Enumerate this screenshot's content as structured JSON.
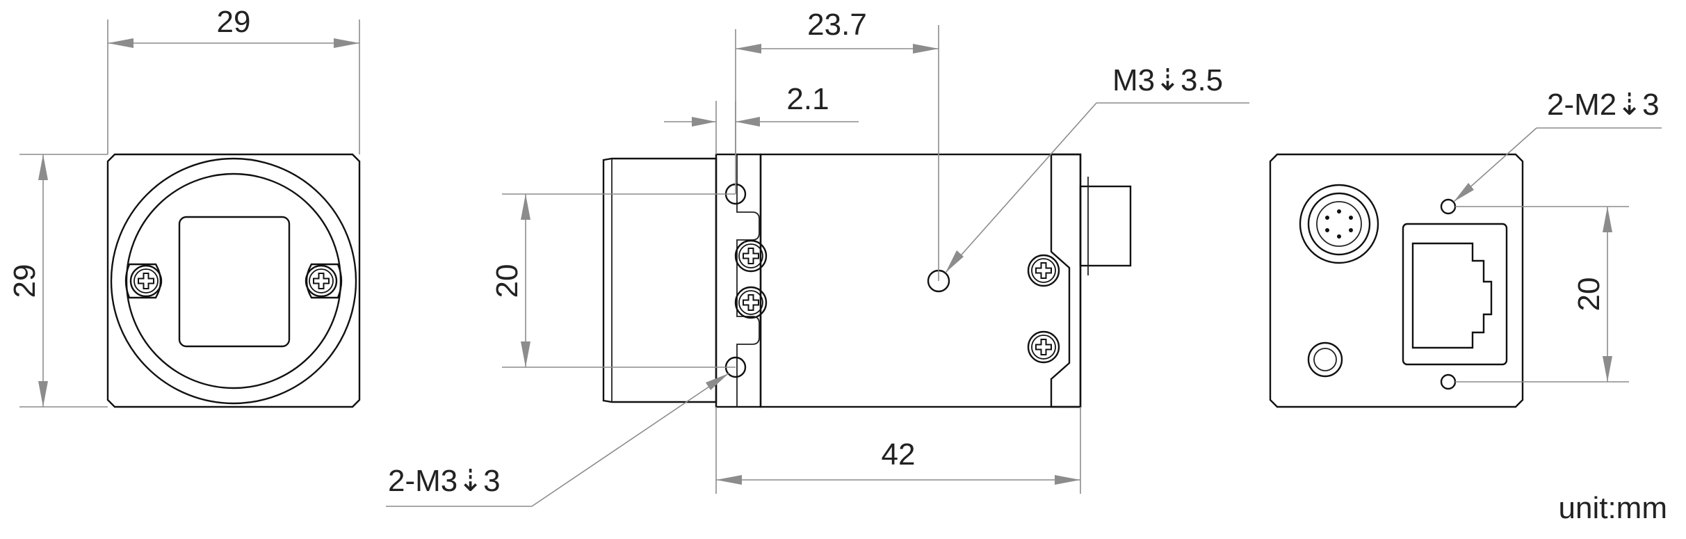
{
  "unit_label": "unit:mm",
  "front_view": {
    "width_label": "29",
    "height_label": "29"
  },
  "side_view": {
    "top_dim_label": "23.7",
    "offset_dim_label": "2.1",
    "height_dim_label": "20",
    "length_dim_label": "42",
    "top_hole_callout": "M3⇣3.5",
    "bottom_holes_callout": "2-M3⇣3"
  },
  "rear_view": {
    "holes_callout": "2-M2⇣3",
    "height_dim_label": "20"
  },
  "colors": {
    "outline": "#111111",
    "dimension_line": "#8c8c8c",
    "text": "#222222"
  }
}
